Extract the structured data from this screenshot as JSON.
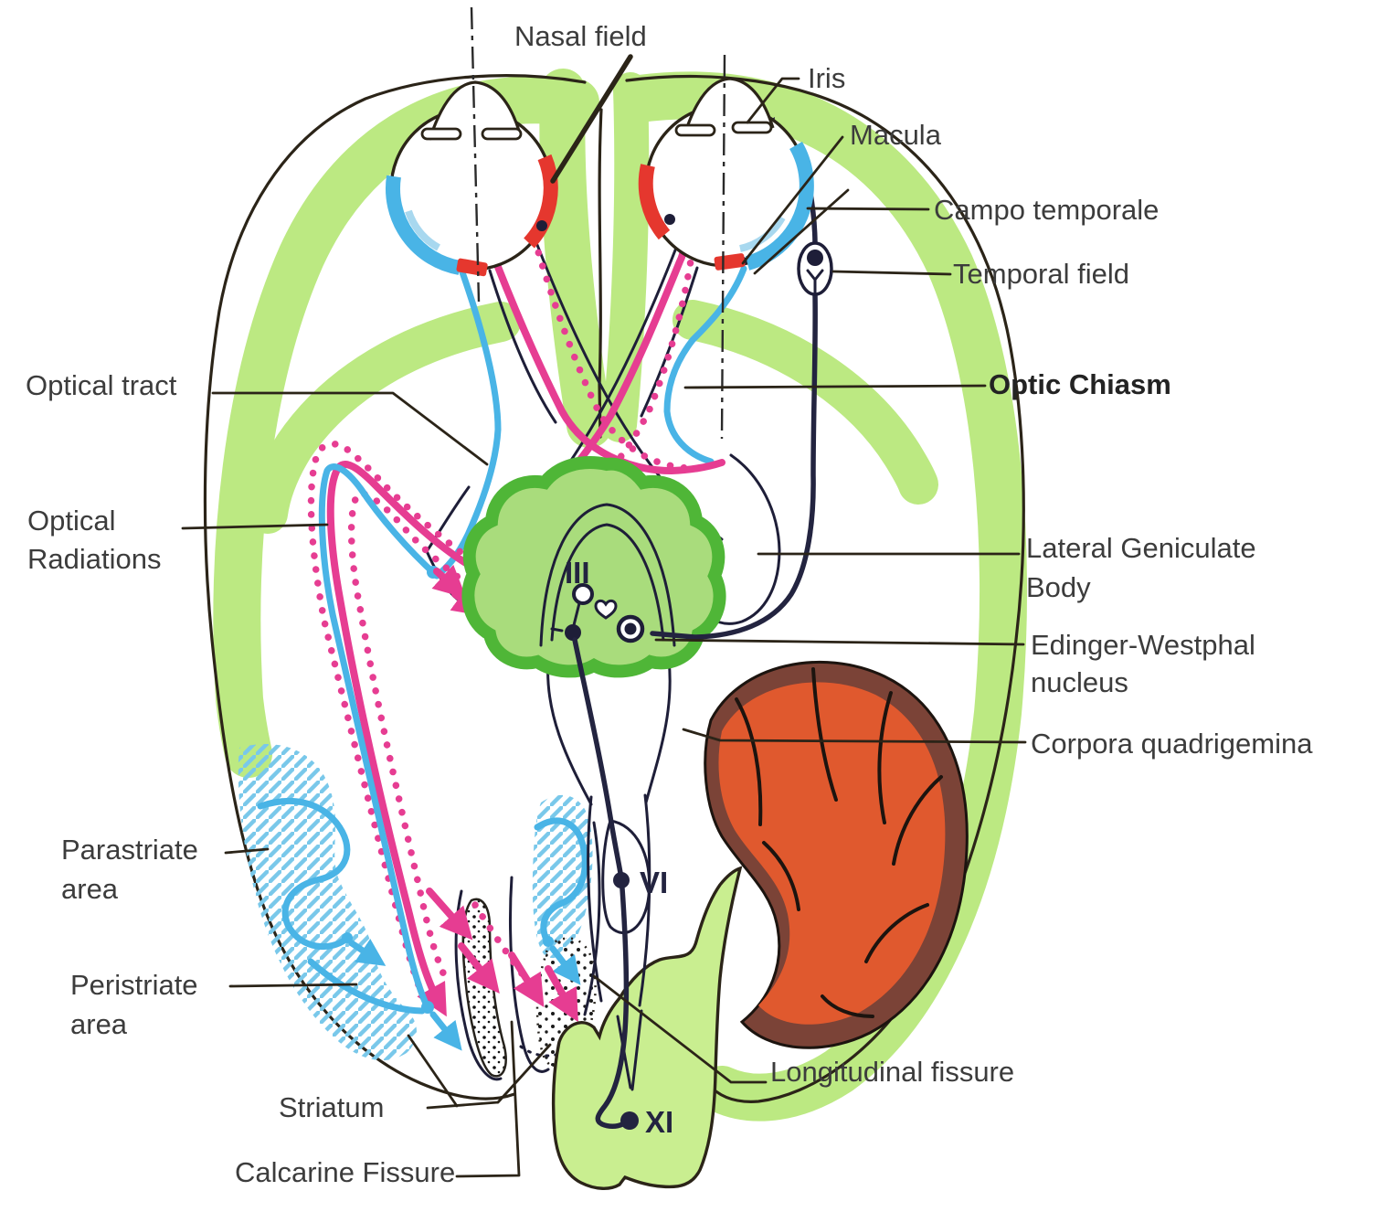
{
  "figure": {
    "labels": {
      "nasal_field": "Nasal field",
      "iris": "Iris",
      "macula": "Macula",
      "campo_temporale": "Campo temporale",
      "temporal_field": "Temporal field",
      "optic_chiasm": "Optic Chiasm",
      "optical_tract": "Optical tract",
      "optical_radiations_line1": "Optical",
      "optical_radiations_line2": "Radiations",
      "lateral_geniculate_line1": "Lateral Geniculate",
      "lateral_geniculate_line2": "Body",
      "edinger_westphal_line1": "Edinger-Westphal",
      "edinger_westphal_line2": "nucleus",
      "corpora_quadrigemina": "Corpora quadrigemina",
      "parastriate_line1": "Parastriate",
      "parastriate_line2": "area",
      "peristriate_line1": "Peristriate",
      "peristriate_line2": "area",
      "striatum": "Striatum",
      "calcarine_fissure": "Calcarine Fissure",
      "longitudinal_fissure": "Longitudinal fissure",
      "cranial_nerves": {
        "oculomotor": "III",
        "abducens": "VI",
        "accessory": "XI"
      }
    },
    "colors": {
      "background": "#ffffff",
      "cortex_green": "#bce982",
      "midbrain_border_green": "#4fb637",
      "midbrain_fill_green": "#a9dc7c",
      "brainstem_green": "#c9ee90",
      "fiber_pink": "#e63d92",
      "fiber_blue": "#49b4e6",
      "hatch_blue": "#79c8ea",
      "pale_blue": "#a8d8ef",
      "retina_red": "#e5372e",
      "cerebellum_orange": "#e0592e",
      "cerebellum_rim_brown": "#7b4337",
      "pathway_dark": "#232440",
      "outline_dark": "#2b2418",
      "label_text": "#3c3c3c"
    }
  }
}
